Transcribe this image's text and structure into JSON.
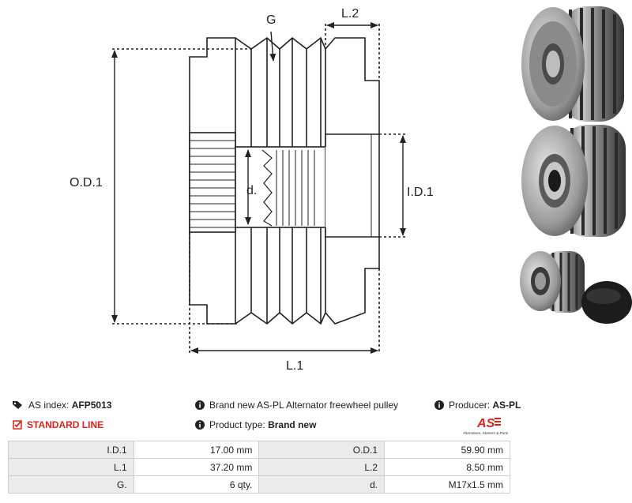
{
  "drawing": {
    "labels": {
      "g": "G",
      "l2": "L.2",
      "od1": "O.D.1",
      "id1": "I.D.1",
      "d": "d.",
      "l1": "L.1"
    }
  },
  "info": {
    "as_index_label": "AS index:",
    "as_index_value": "AFP5013",
    "standard_line": "STANDARD LINE",
    "description": "Brand new AS-PL Alternator freewheel pulley",
    "product_type_label": "Product type:",
    "product_type_value": "Brand new",
    "producer_label": "Producer:",
    "producer_value": "AS-PL",
    "logo_text": "AS",
    "logo_tagline": "Alternators, Starters & Parts",
    "accent_color": "#d9231c"
  },
  "specs": [
    {
      "label1": "I.D.1",
      "value1": "17.00 mm",
      "label2": "O.D.1",
      "value2": "59.90 mm"
    },
    {
      "label1": "L.1",
      "value1": "37.20 mm",
      "label2": "L.2",
      "value2": "8.50 mm"
    },
    {
      "label1": "G.",
      "value1": "6 qty.",
      "label2": "d.",
      "value2": "M17x1.5 mm"
    }
  ]
}
